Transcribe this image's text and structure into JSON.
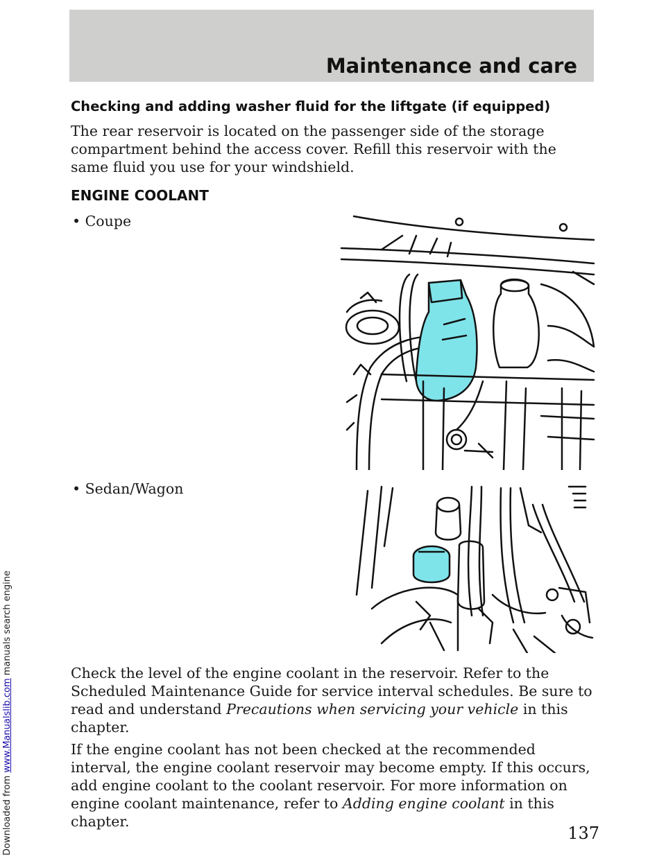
{
  "download_note": {
    "prefix": "Downloaded from ",
    "link": "www.Manualslib.com",
    "suffix": " manuals search engine"
  },
  "header": {
    "title": "Maintenance and care"
  },
  "washer": {
    "heading": "Checking and adding washer fluid for the liftgate (if equipped)",
    "body": "The rear reservoir is located on the passenger side of the storage compartment behind the access cover. Refill this reservoir with the same fluid you use for your windshield."
  },
  "coolant": {
    "heading": "ENGINE COOLANT",
    "bullets": [
      "Coupe",
      "Sedan/Wagon"
    ],
    "para1_a": "Check the level of the engine coolant in the reservoir. Refer to the Scheduled Maintenance Guide for service interval schedules. Be sure to read and understand ",
    "para1_em": "Precautions when servicing your vehicle",
    "para1_b": " in this chapter.",
    "para2_a": "If the engine coolant has not been checked at the recommended interval, the engine coolant reservoir may become empty. If this occurs, add engine coolant to the coolant reservoir. For more information on engine coolant maintenance, refer to ",
    "para2_em": "Adding engine coolant",
    "para2_b": " in this chapter."
  },
  "page_number": "137",
  "colors": {
    "header_bg": "#cfd0cd",
    "reservoir_highlight": "#7fe3ea"
  }
}
